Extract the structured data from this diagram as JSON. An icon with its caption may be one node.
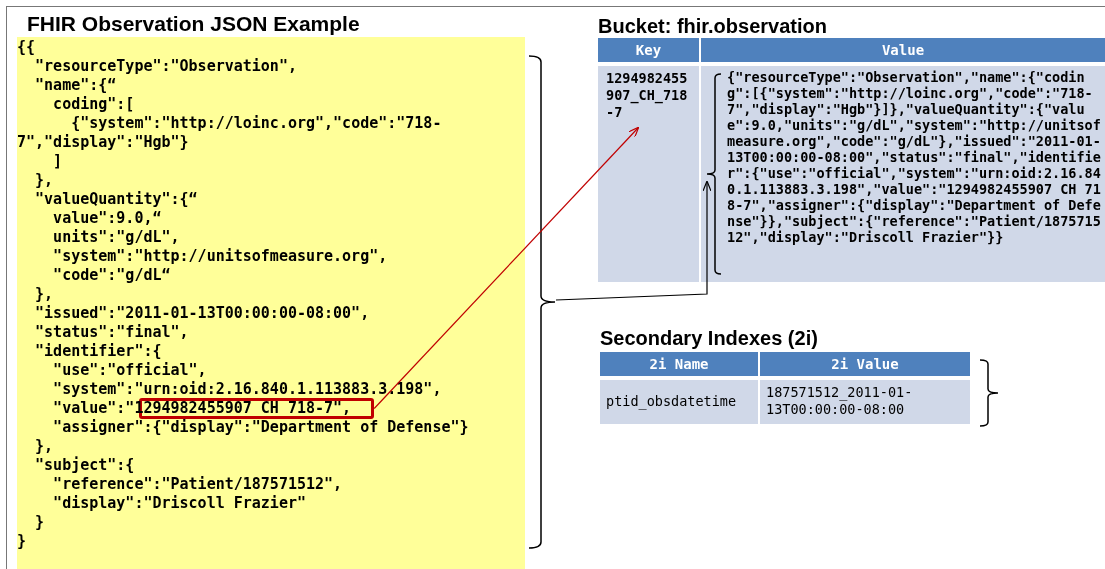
{
  "diagram": {
    "nodes": [
      {
        "text": [
          "FHIR Observation JSON Example",
          "{{",
          "\"resourceType\":\"Observation\",",
          "\"name\":{“",
          "coding\":[",
          "{\"system\":\"http://loinc.org\",\"code\":\"718-7\",\"display\":\"Hgb\"}",
          "]",
          "},",
          "\"valueQuantity\":{“",
          "value\":9.0,“",
          "units\":\"g/dL\",",
          "\"system\":\"http://unitsofmeasure.org\",",
          "\"code\":\"g/dL“",
          "},",
          "\"issued\":\"2011-01-13T00:00:00-08:00\",",
          "\"status\":\"final\",",
          "\"identifier\":{",
          "\"use\":\"official\",",
          "\"system\":\"urn:oid:2.16.840.1.113883.3.198\",",
          "\"value\":\"1",
          "\"assigner\":{\"display\":\"Department of Defense\"}",
          "},",
          "\"subject\":{",
          "\"reference\":\"Patient/187571512\",",
          "\"display\":\"Driscoll Frazier\"",
          "}",
          "}"
        ]
      },
      {
        "text": [
          "294982455907 CH 718-7\","
        ],
        "in": 0
      },
      {
        "text": [
          "Bucket: fhir.observation"
        ]
      },
      {
        "text": [
          "1294982455907_CH_718-7"
        ],
        "in": 2
      },
      {
        "text": [
          "{\"resourceType\":\"Observation\",\"name\":{\"coding\":[{\"system\":\"http://loinc.org\",\"code\":\"718-7\",\"display\":\"Hgb\"}]},\"valueQuantity\":{\"value\":9.0,\"units\":\"g/dL\",\"system\":\"http://unitsofmeasure.org\",\"code\":\"g/dL\"},\"issued\":\"2011-01-13T00:00:00-08:00\",\"status\":\"final\",\"identifier\":{\"use\":\"official\",\"system\":\"urn:oid:2.16.840.1.113883.3.198\",\"value\":\"1294982455907 CH 718-7\",\"assigner\":{\"display\":\"Department of Defense\"}},\"subject\":{\"reference\":\"Patient/187571512\",\"display\":\"Driscoll Frazier\"}}"
        ],
        "in": 2
      },
      {
        "text": [
          "Secondary Indexes (2i)"
        ]
      }
    ],
    "edges": [
      {
        "from": 1,
        "to": 3,
        "arrow": "to",
        "color": "#c00000"
      },
      {
        "from": 0,
        "to": 4,
        "arrow": "to",
        "color": "#000000"
      }
    ],
    "labels": [
      "Key",
      "Value",
      "2i Name",
      "2i Value",
      "ptid_obsdatetime",
      "187571512_2011-01-13T00:00:00-08:00"
    ]
  }
}
